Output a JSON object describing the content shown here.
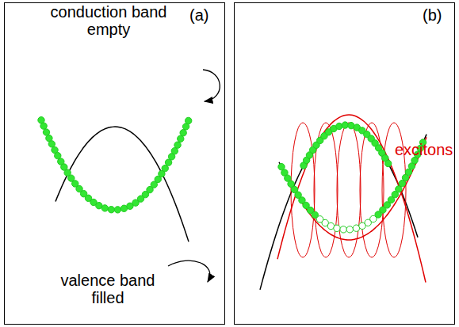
{
  "diagram": {
    "labels": [
      "(a)",
      "conduction band empty",
      "valence band filled",
      "(b)",
      "excitons"
    ]
  }
}
